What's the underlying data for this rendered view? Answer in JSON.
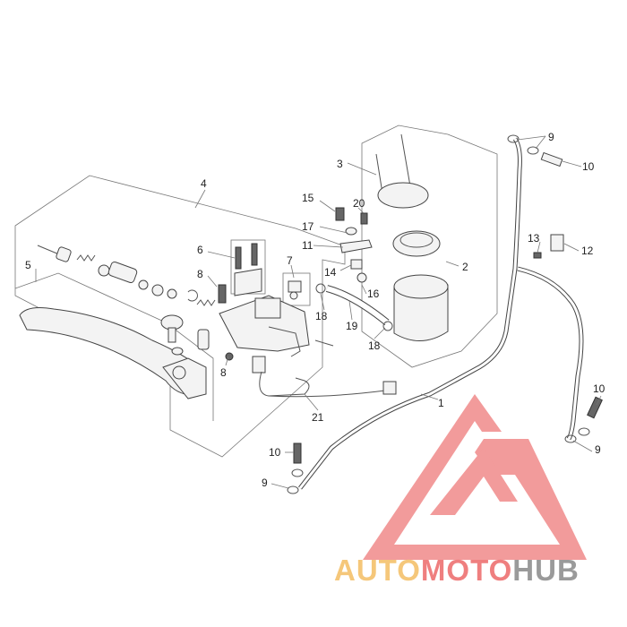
{
  "callouts": {
    "c1": "1",
    "c2": "2",
    "c3": "3",
    "c4": "4",
    "c5": "5",
    "c6": "6",
    "c7": "7",
    "c8a": "8",
    "c8b": "8",
    "c9a": "9",
    "c9b": "9",
    "c9c": "9",
    "c10a": "10",
    "c10b": "10",
    "c10c": "10",
    "c11": "11",
    "c12": "12",
    "c13": "13",
    "c14": "14",
    "c15": "15",
    "c16": "16",
    "c17": "17",
    "c18a": "18",
    "c18b": "18",
    "c19": "19",
    "c20": "20",
    "c21": "21"
  },
  "watermark": {
    "part1": "AUTO",
    "part2": "MOTO",
    "part3": "HUB",
    "colors": {
      "auto": "#f5c77a",
      "moto": "#ef7f7f",
      "hub": "#9a9a9a",
      "logo": "#f08a8a"
    }
  }
}
